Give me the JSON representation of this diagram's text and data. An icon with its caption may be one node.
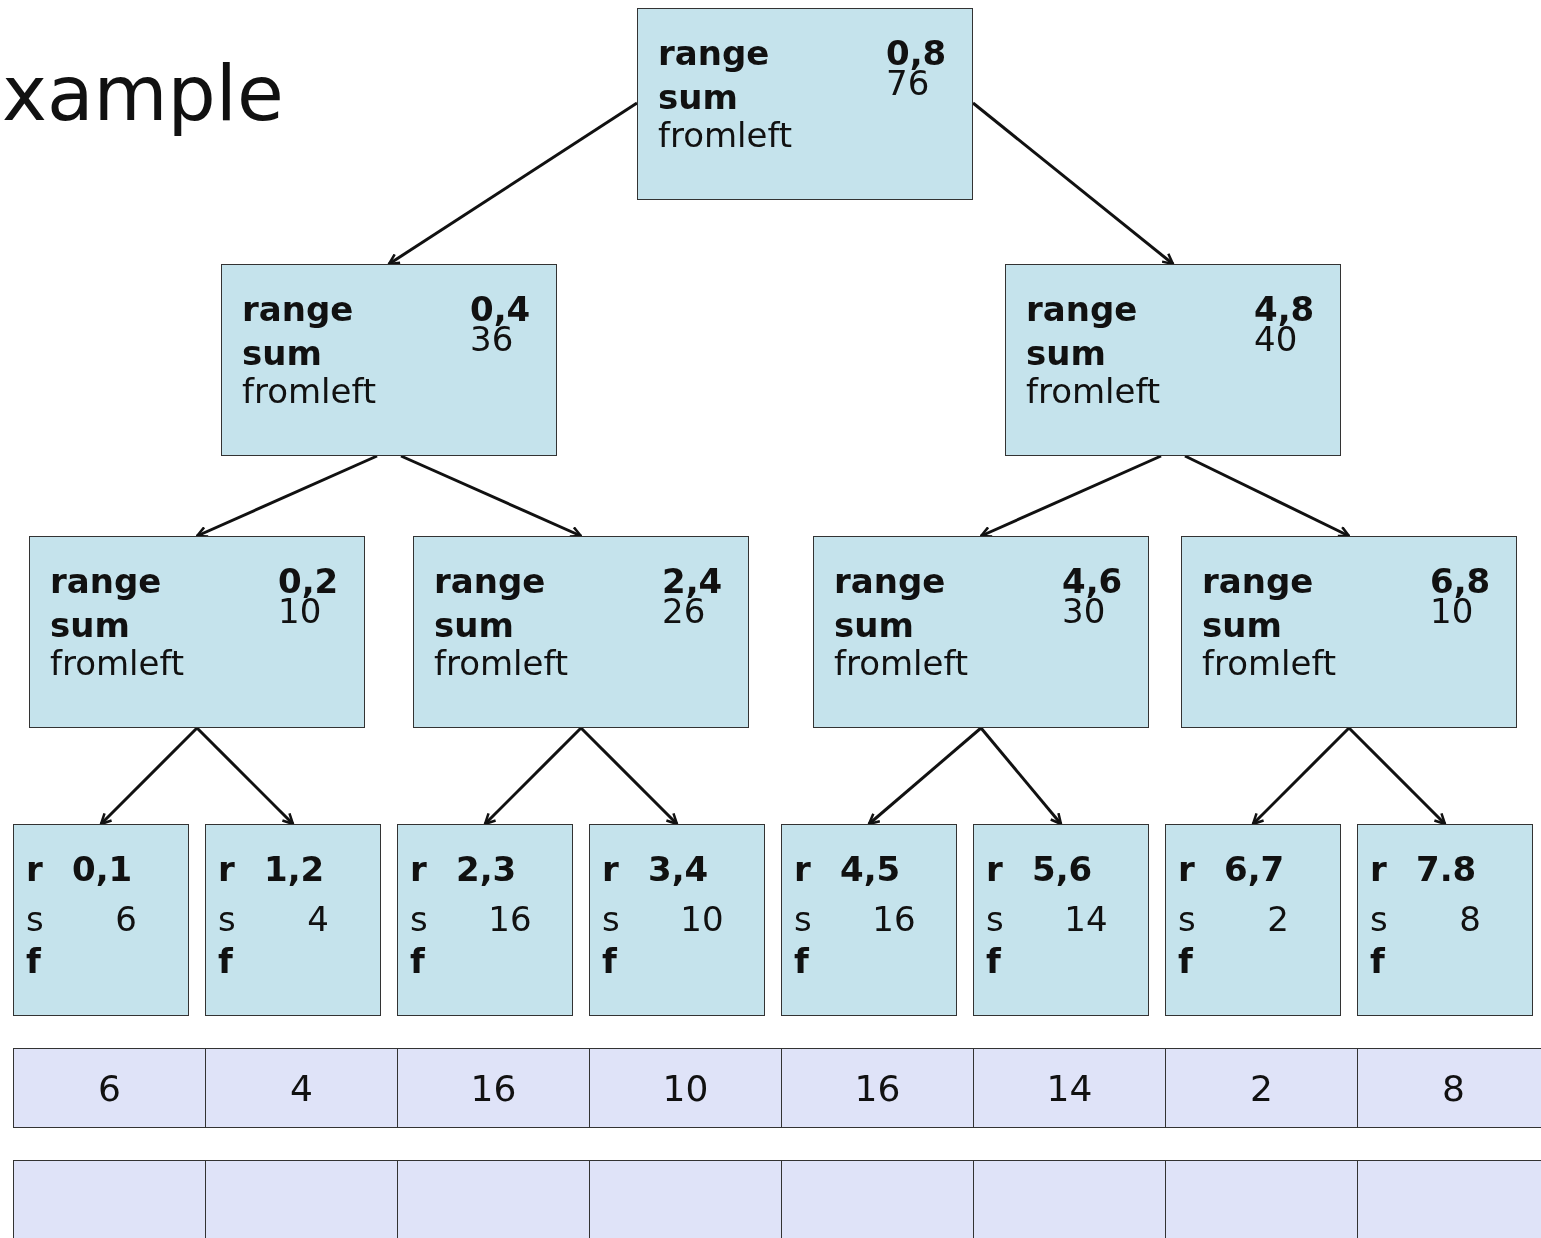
{
  "diagram": {
    "title": "xample",
    "nodes": [
      {
        "text": [
          "range",
          "0,8",
          "sum",
          "76",
          "fromleft"
        ]
      },
      {
        "text": [
          "range",
          "0,4",
          "sum",
          "36",
          "fromleft"
        ]
      },
      {
        "text": [
          "range",
          "4,8",
          "sum",
          "40",
          "fromleft"
        ]
      },
      {
        "text": [
          "range",
          "0,2",
          "sum",
          "10",
          "fromleft"
        ]
      },
      {
        "text": [
          "range",
          "2,4",
          "sum",
          "26",
          "fromleft"
        ]
      },
      {
        "text": [
          "range",
          "4,6",
          "sum",
          "30",
          "fromleft"
        ]
      },
      {
        "text": [
          "range",
          "6,8",
          "sum",
          "10",
          "fromleft"
        ]
      },
      {
        "text": [
          "r",
          "0,1",
          "s",
          "6",
          "f"
        ]
      },
      {
        "text": [
          "r",
          "1,2",
          "s",
          "4",
          "f"
        ]
      },
      {
        "text": [
          "r",
          "2,3",
          "s",
          "16",
          "f"
        ]
      },
      {
        "text": [
          "r",
          "3,4",
          "s",
          "10",
          "f"
        ]
      },
      {
        "text": [
          "r",
          "4,5",
          "s",
          "16",
          "f"
        ]
      },
      {
        "text": [
          "r",
          "5,6",
          "s",
          "14",
          "f"
        ]
      },
      {
        "text": [
          "r",
          "6,7",
          "s",
          "2",
          "f"
        ]
      },
      {
        "text": [
          "r",
          "7.8",
          "s",
          "8",
          "f"
        ]
      }
    ],
    "edges": [
      {
        "from": 0,
        "to": 1,
        "arrow": "to"
      },
      {
        "from": 0,
        "to": 2,
        "arrow": "to"
      },
      {
        "from": 1,
        "to": 3,
        "arrow": "to"
      },
      {
        "from": 1,
        "to": 4,
        "arrow": "to"
      },
      {
        "from": 2,
        "to": 5,
        "arrow": "to"
      },
      {
        "from": 2,
        "to": 6,
        "arrow": "to"
      },
      {
        "from": 3,
        "to": 7,
        "arrow": "to"
      },
      {
        "from": 3,
        "to": 8,
        "arrow": "to"
      },
      {
        "from": 4,
        "to": 9,
        "arrow": "to"
      },
      {
        "from": 4,
        "to": 10,
        "arrow": "to"
      },
      {
        "from": 5,
        "to": 11,
        "arrow": "to"
      },
      {
        "from": 5,
        "to": 12,
        "arrow": "to"
      },
      {
        "from": 6,
        "to": 13,
        "arrow": "to"
      },
      {
        "from": 6,
        "to": 14,
        "arrow": "to"
      }
    ],
    "labels": [
      "6",
      "4",
      "16",
      "10",
      "16",
      "14",
      "2",
      "8"
    ]
  }
}
